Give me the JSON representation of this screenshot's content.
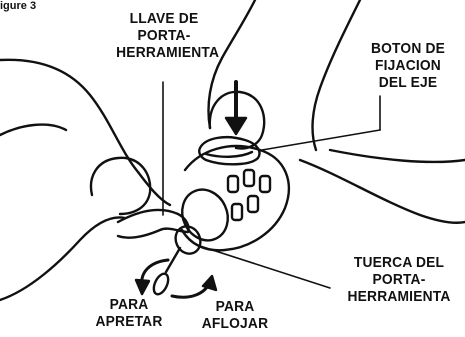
{
  "figure_caption_fragment": "igure 3",
  "labels": {
    "collet_wrench": [
      "LLAVE DE",
      "PORTA-",
      "HERRAMIENTA"
    ],
    "shaft_lock_button": [
      "BOTON DE",
      "FIJACION",
      "DEL EJE"
    ],
    "collet_nut": [
      "TUERCA DEL",
      "PORTA-",
      "HERRAMIENTA"
    ],
    "tighten": [
      "PARA",
      "APRETAR"
    ],
    "loosen": [
      "PARA",
      "AFLOJAR"
    ]
  },
  "colors": {
    "ink": "#111111",
    "paper": "#ffffff",
    "shade": "#d8d8d8"
  }
}
